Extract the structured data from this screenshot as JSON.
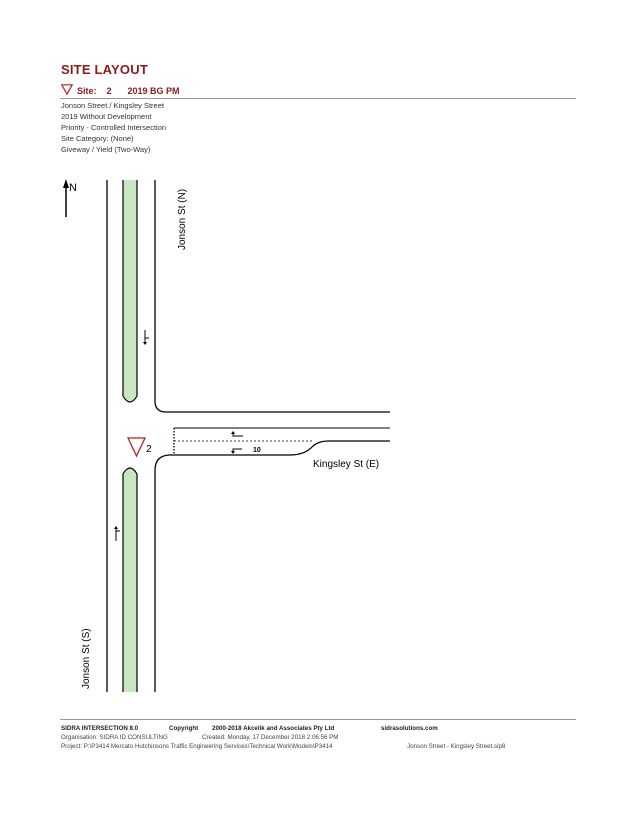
{
  "header": {
    "title": "SITE LAYOUT",
    "site_label": "Site:",
    "site_number": "2",
    "site_name": "2019 BG PM"
  },
  "info_lines": [
    "Jonson Street / Kingsley Street",
    "2019 Without Development",
    "Priority - Controlled Intersection",
    "Site Category: (None)",
    "Giveway / Yield (Two-Way)"
  ],
  "diagram": {
    "north_label": "N",
    "north_road_label": "Jonson St (N)",
    "south_road_label": "Jonson St (S)",
    "east_road_label": "Kingsley St (E)",
    "site_marker_label": "2",
    "lane_length_label": "10",
    "colors": {
      "median": "#c8e6c0",
      "accent": "#b22222",
      "line": "#000000"
    }
  },
  "footer": {
    "product": "SIDRA INTERSECTION 8.0",
    "copyright_label": "Copyright",
    "copyright_years": "2000-2018 Akcelik and Associates Pty Ltd",
    "website": "sidrasolutions.com",
    "organisation": "Organisation: SIDRA ID CONSULTING",
    "created": "Created: Monday, 17 December 2018 2:06:56 PM",
    "project": "Project: P:\\P3414 Mercato Hutchinsons Traffic Engineering Services\\Technical Work\\Models\\P3414",
    "project_file": "Jonson Street - Kingsley Street.sip8"
  }
}
